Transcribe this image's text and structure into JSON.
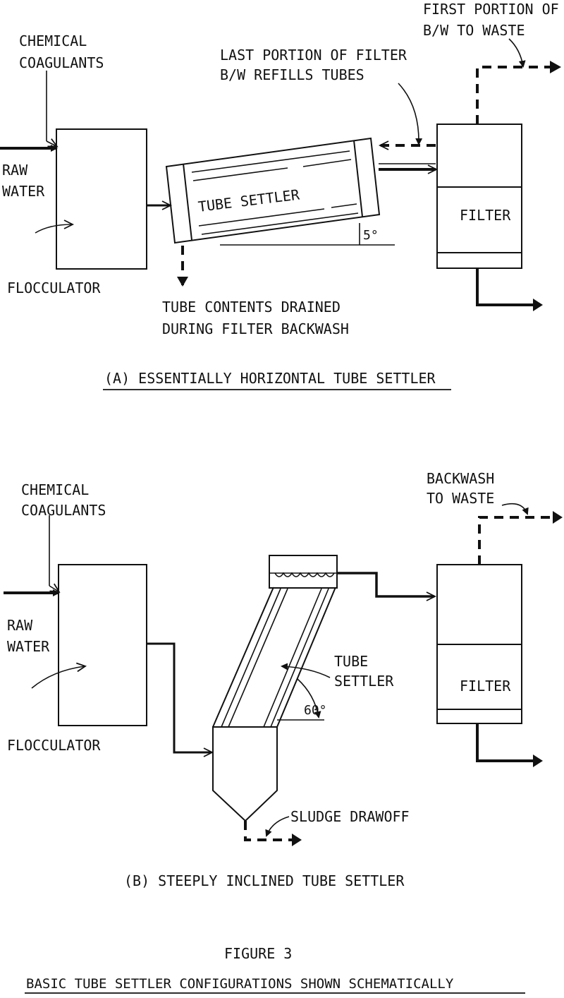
{
  "diagram_a": {
    "chemical_label_1": "CHEMICAL",
    "chemical_label_2": "COAGULANTS",
    "raw_label_1": "RAW",
    "raw_label_2": "WATER",
    "flocculator_label": "FLOCCULATOR",
    "tube_settler_label": "TUBE  SETTLER",
    "angle_label": "5°",
    "last_portion_1": "LAST PORTION OF FILTER",
    "last_portion_2": "B/W  REFILLS TUBES",
    "first_portion_1": "FIRST  PORTION OF",
    "first_portion_2": "B/W  TO  WASTE",
    "filter_label": "FILTER",
    "drained_1": "TUBE  CONTENTS  DRAINED",
    "drained_2": "DURING FILTER BACKWASH",
    "caption": "(A) ESSENTIALLY  HORIZONTAL TUBE  SETTLER"
  },
  "diagram_b": {
    "chemical_label_1": "CHEMICAL",
    "chemical_label_2": "COAGULANTS",
    "raw_label_1": "RAW",
    "raw_label_2": "WATER",
    "flocculator_label": "FLOCCULATOR",
    "backwash_1": "BACKWASH",
    "backwash_2": "TO  WASTE",
    "tube_label_1": "TUBE",
    "tube_label_2": "SETTLER",
    "angle_label": "60°",
    "filter_label": "FILTER",
    "sludge_label": "SLUDGE  DRAWOFF",
    "caption": "(B)  STEEPLY  INCLINED  TUBE  SETTLER"
  },
  "figure": {
    "number": "FIGURE  3",
    "title": "BASIC  TUBE  SETTLER  CONFIGURATIONS  SHOWN  SCHEMATICALLY"
  }
}
